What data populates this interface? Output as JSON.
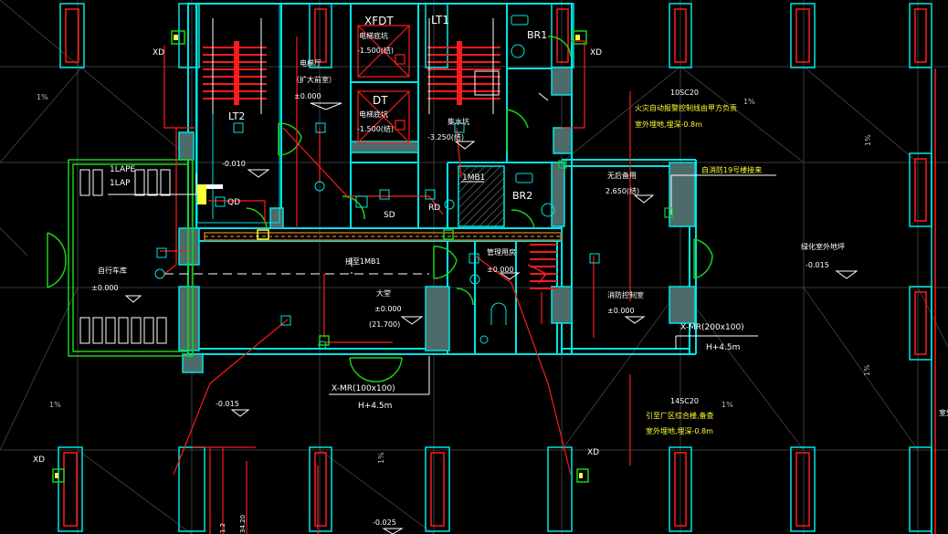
{
  "labels": {
    "xfdt": "XFDT",
    "lt1": "LT1",
    "br1": "BR1",
    "xd_tl": "XD",
    "xd_tr": "XD",
    "xd_bl": "XD",
    "xd_bc": "XD",
    "lt2": "LT2",
    "dt": "DT",
    "elev_lobby_cn": "电梯厅",
    "elev_lobby_sub": "（扩大前室）",
    "elev_lobby_elev": "±0.000",
    "xfdt_pit_cn": "电梯底坑",
    "xfdt_pit_elev": "-1.500(结)",
    "dt_pit_cn": "电梯底坑",
    "dt_pit_elev": "-1.500(结)",
    "pump_cn": "集水坑",
    "pump_elev": "-3.250(结)",
    "slope_1": "1%",
    "slope_2": "1%",
    "slope_3": "1%",
    "slope_4": "1%",
    "slope_5": "1%",
    "slope_6": "1%",
    "slope_7": "1%",
    "elev_m010": "-0.010",
    "lape_1": "1LAPE",
    "lap_1": "1LAP",
    "qd": "QD",
    "sd": "SD",
    "rd": "RD",
    "mb1": "1MB1",
    "br2": "BR2",
    "duct_top_1": "10SC20",
    "duct_top_2": "火灾自动报警控制线由甲方负责",
    "duct_top_3": "室外埋地,埋深-0.8m",
    "kitchen_cn": "无后备用",
    "kitchen_elev": "2.650(结)",
    "ext_note": "自消防19号楼接来",
    "bike_cn": "自行车库",
    "bike_elev": "±0.000",
    "to_1mb1": "接至1MB1",
    "hall_cn": "大堂",
    "hall_elev": "±0.000",
    "hall_elev2": "(21.700)",
    "mgmt_cn": "管理用房",
    "mgmt_elev": "±0.000",
    "control_cn": "消防控制室",
    "control_elev": "±0.000",
    "outdoor_cn": "绿化室外地坪",
    "outdoor_elev": "-0.015",
    "xmr_right": "X-MR(200x100)",
    "h_right": "H+4.5m",
    "xmr_bottom": "X-MR(100x100)",
    "h_bottom": "H+4.5m",
    "elev_m015": "-0.015",
    "duct_bot_1": "14SC20",
    "duct_bot_2": "引至厂区综合楼,备查",
    "duct_bot_3": "室外埋地,埋深-0.8m",
    "edge_right": "室外",
    "dim_1": "1.2",
    "dim_2": "34.20",
    "elev_m025": "-0.025"
  },
  "colors": {
    "background": "#000000",
    "wall": "#00e5e5",
    "column_fill": "#4d6b6b",
    "red_line": "#ff1a1a",
    "green": "#19d219",
    "white": "#ffffff",
    "yellow": "#ffff33",
    "grid": "#3a3a3a",
    "orange_hatch": "#c8641e"
  }
}
